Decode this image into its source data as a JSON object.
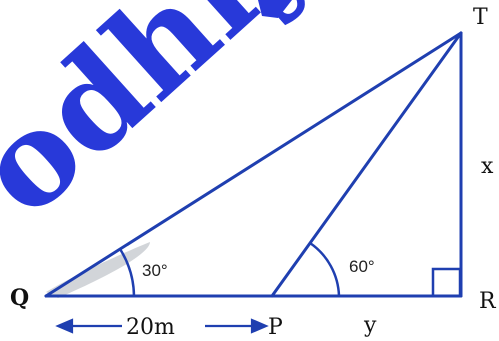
{
  "watermark": {
    "text": "odhiy",
    "color": "#1d2fd8"
  },
  "colors": {
    "line": "#1f3fb0",
    "text": "#111111"
  },
  "labels": {
    "vertex_q": "Q",
    "vertex_p": "P",
    "vertex_r": "R",
    "vertex_t": "T",
    "angle_q": "30°",
    "angle_p": "60°",
    "side_tr": "x",
    "side_pr": "y",
    "distance_qp": "20m"
  }
}
